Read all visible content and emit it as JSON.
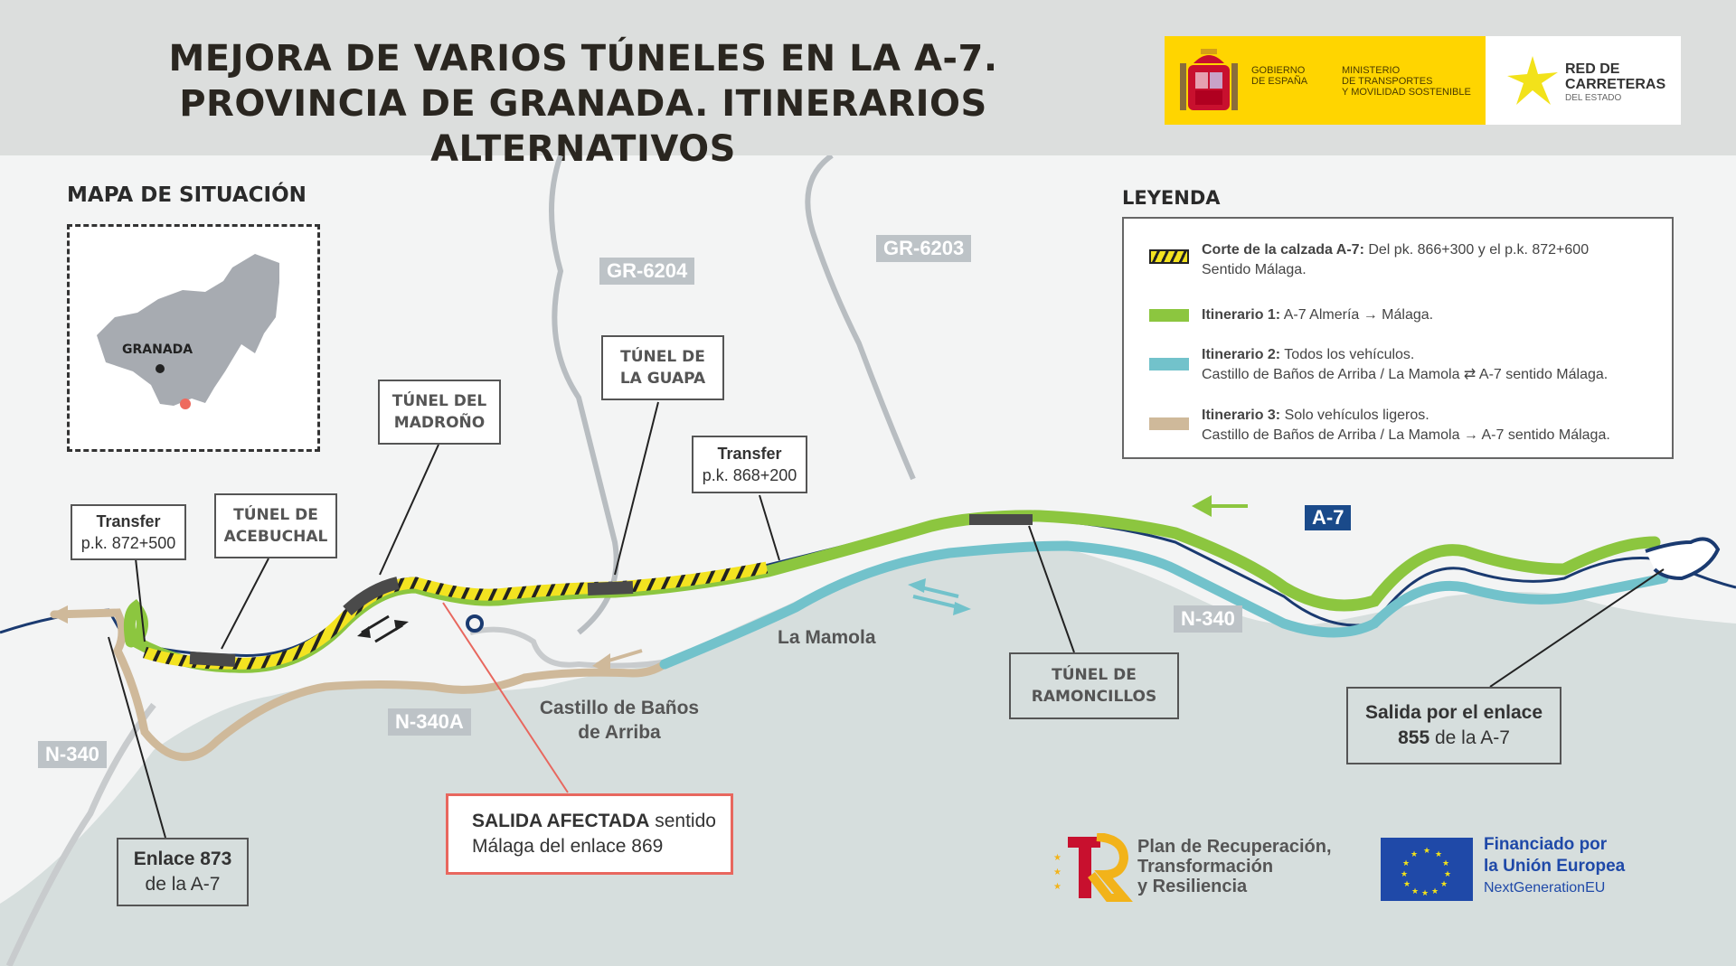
{
  "header": {
    "title_line1": "MEJORA DE VARIOS TÚNELES EN LA A-7.",
    "title_line2": "PROVINCIA DE GRANADA. ITINERARIOS ALTERNATIVOS",
    "logos": {
      "gobierno": [
        "GOBIERNO",
        "DE ESPAÑA"
      ],
      "ministerio": [
        "MINISTERIO",
        "DE TRANSPORTES",
        "Y MOVILIDAD SOSTENIBLE"
      ],
      "red_carreteras": [
        "RED DE",
        "CARRETERAS"
      ],
      "red_carreteras_sub": "DEL ESTADO"
    }
  },
  "situation_map": {
    "title": "MAPA DE SITUACIÓN",
    "city_label": "GRANADA",
    "colors": {
      "province": "#a7abb1",
      "city_dot": "#222222",
      "location_dot": "#ee6a5e"
    }
  },
  "legend": {
    "title": "LEYENDA",
    "items": [
      {
        "bold": "Corte de la calzada A-7:",
        "text": " Del pk. 866+300 y el p.k. 872+600",
        "line2": "Sentido Málaga.",
        "swatch": "hatched-yellow-black"
      },
      {
        "bold": "Itinerario 1:",
        "text": " A-7 Almería → Málaga.",
        "line2": "",
        "swatch": "#8cc63f"
      },
      {
        "bold": "Itinerario 2:",
        "text": " Todos los vehículos.",
        "line2": "Castillo de Baños de Arriba / La Mamola ⇄ A-7 sentido Málaga.",
        "swatch": "#72c2cb"
      },
      {
        "bold": "Itinerario 3:",
        "text": " Solo vehículos ligeros.",
        "line2": "Castillo de Baños de Arriba / La Mamola → A-7 sentido Málaga.",
        "swatch": "#cfb99a"
      }
    ]
  },
  "road_labels": {
    "gr6204": "GR-6204",
    "gr6203": "GR-6203",
    "a7": "A-7",
    "n340_east": "N-340",
    "n340_west": "N-340",
    "n340a": "N-340A"
  },
  "places": {
    "la_mamola": "La Mamola",
    "castillo_line1": "Castillo de Baños",
    "castillo_line2": "de Arriba"
  },
  "callouts": {
    "transfer_west": {
      "title": "Transfer",
      "sub": "p.k. 872+500"
    },
    "acebuchal": {
      "line1": "TÚNEL DE",
      "line2": "ACEBUCHAL"
    },
    "madrono": {
      "line1": "TÚNEL DEL",
      "line2": "MADROÑO"
    },
    "guapa": {
      "line1": "TÚNEL DE",
      "line2": "LA GUAPA"
    },
    "transfer_east": {
      "title": "Transfer",
      "sub": "p.k. 868+200"
    },
    "ramoncillos": {
      "line1": "TÚNEL DE",
      "line2": "RAMONCILLOS"
    },
    "salida_855": {
      "bold": "Salida por el enlace",
      "bold2": "855",
      "rest": " de la A-7"
    },
    "enlace_873": {
      "bold": "Enlace 873",
      "rest": "de la A-7"
    },
    "salida_afectada": {
      "bold": "SALIDA AFECTADA",
      "rest": " sentido",
      "line2": "Málaga del enlace 869"
    }
  },
  "footer": {
    "plan": [
      "Plan de Recuperación,",
      "Transformación",
      "y Resiliencia"
    ],
    "eu": [
      "Financiado por",
      "la Unión Europea"
    ],
    "eu_sub": "NextGenerationEU"
  },
  "colors": {
    "itinerario1": "#8cc63f",
    "itinerario2": "#72c2cb",
    "itinerario3": "#cfb99a",
    "a7_road": "#1a3a70",
    "tunnel": "#4a4a4a",
    "cut": "#f3e320",
    "sea": "#d6dedd",
    "salida_afectada": "#e8675e"
  }
}
